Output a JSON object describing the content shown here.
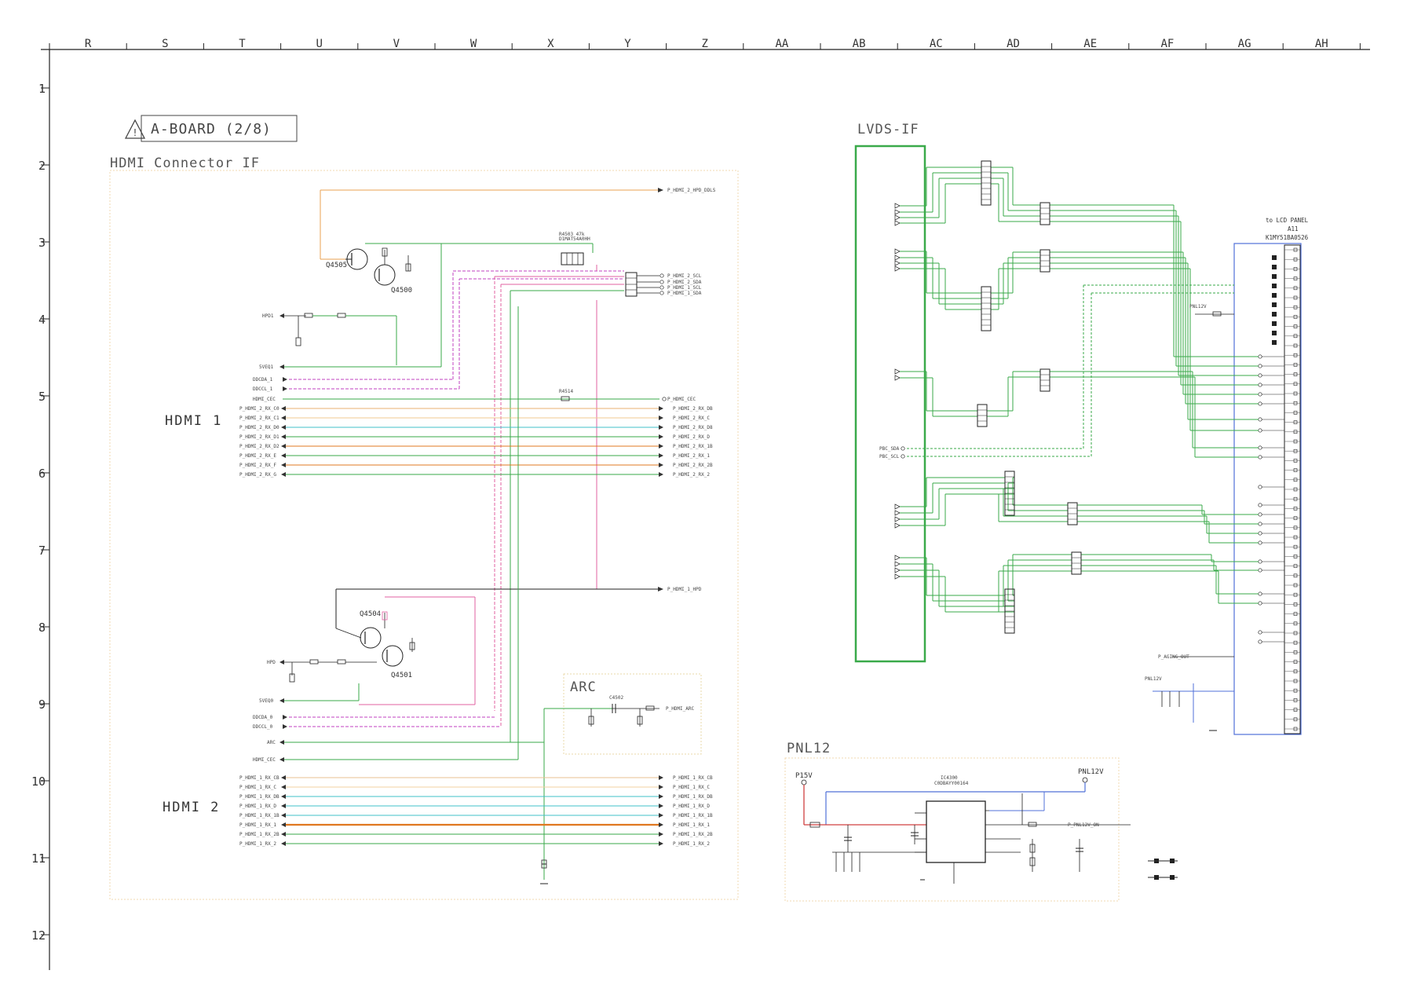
{
  "ruler": {
    "columns": [
      "R",
      "S",
      "T",
      "U",
      "V",
      "W",
      "X",
      "Y",
      "Z",
      "AA",
      "AB",
      "AC",
      "AD",
      "AE",
      "AF",
      "AG",
      "AH"
    ],
    "rows": [
      "1",
      "2",
      "3",
      "4",
      "5",
      "6",
      "7",
      "8",
      "9",
      "10",
      "11",
      "12"
    ]
  },
  "board_title": "A-BOARD (2/8)",
  "sections": {
    "hdmi_connector": "HDMI Connector IF",
    "lvds": "LVDS-IF",
    "pnl12": "PNL12",
    "arc": "ARC",
    "to_lcd": "to LCD PANEL",
    "lcd_conn": "A11",
    "lcd_part": "K1MY51BA0526"
  },
  "hdmi1": {
    "label": "HDMI 1",
    "left_signals": [
      "P_HDMI_2_RX_C0",
      "P_HDMI_2_RX_C1",
      "P_HDMI_2_RX_D0",
      "P_HDMI_2_RX_D1",
      "P_HDMI_2_RX_D2",
      "P_HDMI_2_RX_E",
      "P_HDMI_2_RX_F",
      "P_HDMI_2_RX_G"
    ],
    "right_signals": [
      "P_HDMI_2_RX_DB",
      "P_HDMI_2_RX_C",
      "P_HDMI_2_RX_D8",
      "P_HDMI_2_RX_D",
      "P_HDMI_2_RX_1B",
      "P_HDMI_2_RX_1",
      "P_HDMI_2_RX_2B",
      "P_HDMI_2_RX_2"
    ]
  },
  "hdmi2": {
    "label": "HDMI 2",
    "left_signals": [
      "P_HDMI_1_RX_CB",
      "P_HDMI_1_RX_C",
      "P_HDMI_1_RX_DB",
      "P_HDMI_1_RX_D",
      "P_HDMI_1_RX_1B",
      "P_HDMI_1_RX_1",
      "P_HDMI_1_RX_2B",
      "P_HDMI_1_RX_2"
    ],
    "right_signals": [
      "P_HDMI_1_RX_CB",
      "P_HDMI_1_RX_C",
      "P_HDMI_1_RX_DB",
      "P_HDMI_1_RX_D",
      "P_HDMI_1_RX_1B",
      "P_HDMI_1_RX_1",
      "P_HDMI_1_RX_2B",
      "P_HDMI_1_RX_2"
    ]
  },
  "parts": {
    "q4505": "Q4505",
    "q4500": "Q4500",
    "q4504": "Q4504",
    "q4501": "Q4501",
    "ic4300": "IC4300",
    "ic4300_part": "C0DBAYY00164",
    "pin_p15v": "P15V",
    "pin_pnl12v": "PNL12V",
    "hpd1": "HPD1",
    "hpd": "HPD",
    "arc": "ARC"
  },
  "colors": {
    "green": "#3aaa4a",
    "orange": "#e07820",
    "cyan": "#40c0c8",
    "magenta": "#c040c0",
    "pink": "#e060a0",
    "blue": "#5070d8",
    "dark": "#222222"
  }
}
